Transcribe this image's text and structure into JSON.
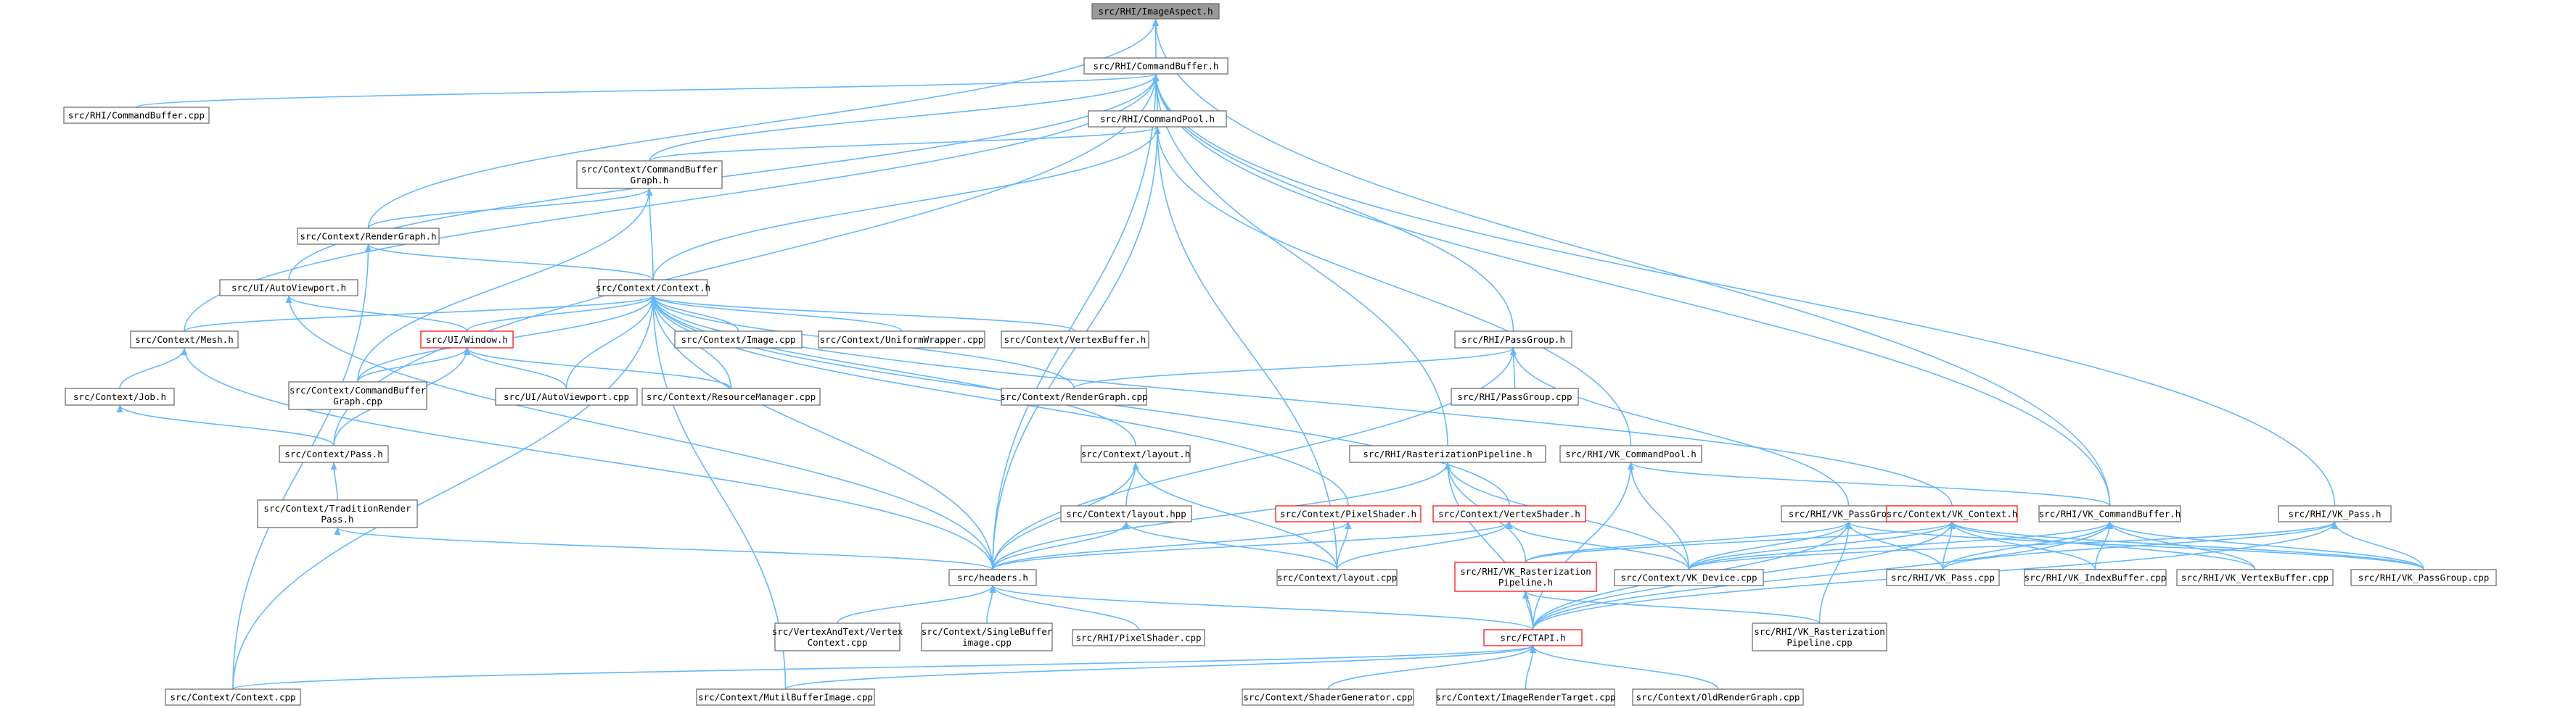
{
  "colors": {
    "edge": "#63b8ff",
    "node_border": "#666666",
    "node_fill": "#ffffff",
    "root_fill": "#999999",
    "red_border": "#ff0000"
  },
  "nodes": [
    {
      "id": "imageaspect",
      "lines": [
        "src/RHI/ImageAspect.h"
      ],
      "style": "root"
    },
    {
      "id": "commandbuffer_h",
      "lines": [
        "src/RHI/CommandBuffer.h"
      ]
    },
    {
      "id": "commandbuffer_cpp",
      "lines": [
        "src/RHI/CommandBuffer.cpp"
      ]
    },
    {
      "id": "commandpool_h",
      "lines": [
        "src/RHI/CommandPool.h"
      ]
    },
    {
      "id": "cbgraph_h",
      "lines": [
        "src/Context/CommandBuffer",
        "Graph.h"
      ]
    },
    {
      "id": "rendergraph_h",
      "lines": [
        "src/Context/RenderGraph.h"
      ]
    },
    {
      "id": "autoviewport_h",
      "lines": [
        "src/UI/AutoViewport.h"
      ]
    },
    {
      "id": "context_h",
      "lines": [
        "src/Context/Context.h"
      ]
    },
    {
      "id": "mesh_h",
      "lines": [
        "src/Context/Mesh.h"
      ]
    },
    {
      "id": "window_h",
      "lines": [
        "src/UI/Window.h"
      ],
      "style": "red"
    },
    {
      "id": "image_cpp",
      "lines": [
        "src/Context/Image.cpp"
      ]
    },
    {
      "id": "uniform_cpp",
      "lines": [
        "src/Context/UniformWrapper.cpp"
      ]
    },
    {
      "id": "vertexbuffer_h",
      "lines": [
        "src/Context/VertexBuffer.h"
      ]
    },
    {
      "id": "passgroup_h",
      "lines": [
        "src/RHI/PassGroup.h"
      ]
    },
    {
      "id": "cbgraph_cpp",
      "lines": [
        "src/Context/CommandBuffer",
        "Graph.cpp"
      ]
    },
    {
      "id": "autoviewport_cpp",
      "lines": [
        "src/UI/AutoViewport.cpp"
      ]
    },
    {
      "id": "resourcemanager_cpp",
      "lines": [
        "src/Context/ResourceManager.cpp"
      ]
    },
    {
      "id": "rendergraph_cpp",
      "lines": [
        "src/Context/RenderGraph.cpp"
      ]
    },
    {
      "id": "passgroup_cpp",
      "lines": [
        "src/RHI/PassGroup.cpp"
      ]
    },
    {
      "id": "job_h",
      "lines": [
        "src/Context/Job.h"
      ]
    },
    {
      "id": "pass_h",
      "lines": [
        "src/Context/Pass.h"
      ]
    },
    {
      "id": "layout_h",
      "lines": [
        "src/Context/layout.h"
      ]
    },
    {
      "id": "raster_h",
      "lines": [
        "src/RHI/RasterizationPipeline.h"
      ]
    },
    {
      "id": "vkcommandpool_h",
      "lines": [
        "src/RHI/VK_CommandPool.h"
      ]
    },
    {
      "id": "tradition_h",
      "lines": [
        "src/Context/TraditionRender",
        "Pass.h"
      ]
    },
    {
      "id": "layout_hpp",
      "lines": [
        "src/Context/layout.hpp"
      ]
    },
    {
      "id": "pixelshader_h",
      "lines": [
        "src/Context/PixelShader.h"
      ],
      "style": "red"
    },
    {
      "id": "vertexshader_h",
      "lines": [
        "src/Context/VertexShader.h"
      ],
      "style": "red"
    },
    {
      "id": "vkpassgroup_h",
      "lines": [
        "src/RHI/VK_PassGroup.h"
      ]
    },
    {
      "id": "vkcontext_h",
      "lines": [
        "src/Context/VK_Context.h"
      ],
      "style": "red"
    },
    {
      "id": "vkcommandbuffer_h",
      "lines": [
        "src/RHI/VK_CommandBuffer.h"
      ]
    },
    {
      "id": "vkpass_h",
      "lines": [
        "src/RHI/VK_Pass.h"
      ]
    },
    {
      "id": "headers_h",
      "lines": [
        "src/headers.h"
      ]
    },
    {
      "id": "layout_cpp",
      "lines": [
        "src/Context/layout.cpp"
      ]
    },
    {
      "id": "vkraster_h",
      "lines": [
        "src/RHI/VK_Rasterization",
        "Pipeline.h"
      ],
      "style": "red"
    },
    {
      "id": "vkdevice_cpp",
      "lines": [
        "src/Context/VK_Device.cpp"
      ]
    },
    {
      "id": "vkpass_cpp",
      "lines": [
        "src/RHI/VK_Pass.cpp"
      ]
    },
    {
      "id": "vkindexbuffer_cpp",
      "lines": [
        "src/RHI/VK_IndexBuffer.cpp"
      ]
    },
    {
      "id": "vkvertexbuffer_cpp",
      "lines": [
        "src/RHI/VK_VertexBuffer.cpp"
      ]
    },
    {
      "id": "vkpassgroup_cpp",
      "lines": [
        "src/RHI/VK_PassGroup.cpp"
      ]
    },
    {
      "id": "vertexandtext_cpp",
      "lines": [
        "src/VertexAndText/Vertex",
        "Context.cpp"
      ]
    },
    {
      "id": "singlebuffer_cpp",
      "lines": [
        "src/Context/SingleBuffer",
        "image.cpp"
      ]
    },
    {
      "id": "rhipixelshader_cpp",
      "lines": [
        "src/RHI/PixelShader.cpp"
      ]
    },
    {
      "id": "fctapi_h",
      "lines": [
        "src/FCTAPI.h"
      ],
      "style": "red"
    },
    {
      "id": "vkraster_cpp",
      "lines": [
        "src/RHI/VK_Rasterization",
        "Pipeline.cpp"
      ]
    },
    {
      "id": "context_cpp",
      "lines": [
        "src/Context/Context.cpp"
      ]
    },
    {
      "id": "multibuffer_cpp",
      "lines": [
        "src/Context/MutilBufferImage.cpp"
      ]
    },
    {
      "id": "shadergen_cpp",
      "lines": [
        "src/Context/ShaderGenerator.cpp"
      ]
    },
    {
      "id": "imagerender_cpp",
      "lines": [
        "src/Context/ImageRenderTarget.cpp"
      ]
    },
    {
      "id": "oldrendergraph_cpp",
      "lines": [
        "src/Context/OldRenderGraph.cpp"
      ]
    }
  ]
}
